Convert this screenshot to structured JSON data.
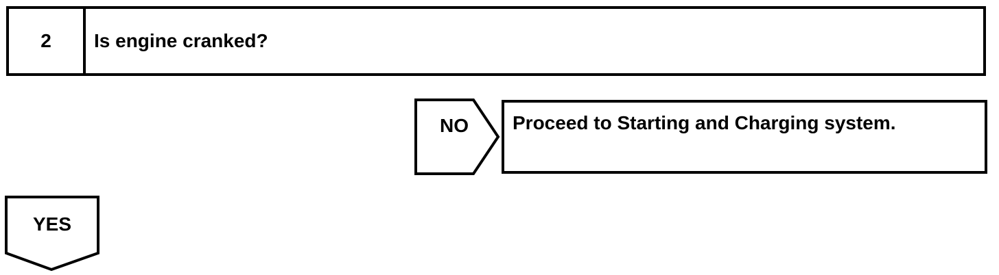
{
  "step": {
    "number": "2",
    "question": "Is engine cranked?"
  },
  "no_branch": {
    "label": "NO",
    "action": "Proceed to Starting and Charging system."
  },
  "yes_branch": {
    "label": "YES"
  }
}
